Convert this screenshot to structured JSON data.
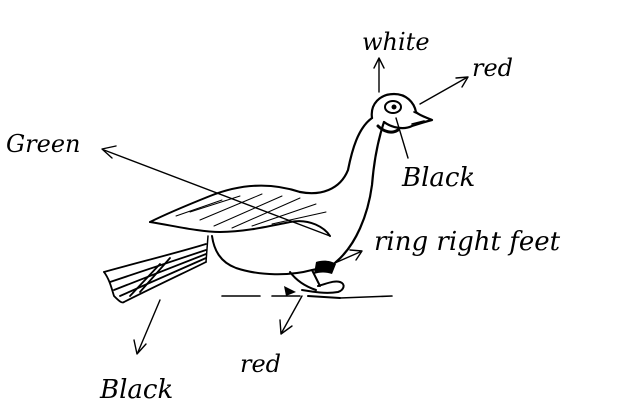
{
  "labels": {
    "white": "white",
    "red_beak": "red",
    "green": "Green",
    "black_eye": "Black",
    "ring": "ring right feet",
    "red_feet": "red",
    "black_tail": "Black"
  }
}
